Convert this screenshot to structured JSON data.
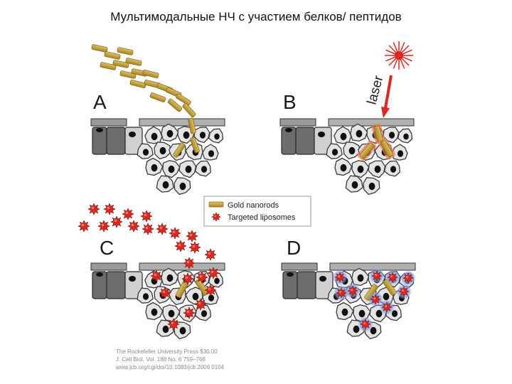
{
  "slide": {
    "title": "Мультимодальные НЧ с участием белков/ пептидов"
  },
  "panels": [
    {
      "letter": "A"
    },
    {
      "letter": "B"
    },
    {
      "letter": "C"
    },
    {
      "letter": "D"
    }
  ],
  "labels": {
    "laser": "laser"
  },
  "legend": {
    "items": [
      {
        "label": "Gold nanorods",
        "icon": "gold-nanorod-icon",
        "color": "#c9a43f"
      },
      {
        "label": "Targeted liposomes",
        "icon": "star-liposome-icon",
        "color": "#d42a22"
      }
    ]
  },
  "citation": {
    "line1": "The Rockefeller University Press   $30.00",
    "line2": "J. Cell Biol. Vol. 188 No. 6   759–768",
    "line3": "www.jcb.org/cgi/doi/10.1083/jcb.2009 0104"
  },
  "colors": {
    "nanorod": "#c9a43f",
    "liposome": "#d42a22",
    "glow": "#7f9ee0",
    "laser": "#e0261e",
    "cell": "#e4e4e4",
    "top_cell": "#666666"
  }
}
